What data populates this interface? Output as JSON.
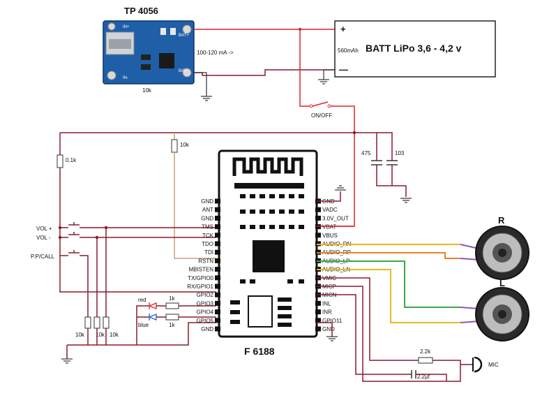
{
  "charger": {
    "title": "TP 4056",
    "current": "100-120 mA ->",
    "resistor": "10k",
    "pad_bat_plus": "BAT+",
    "pad_bat_minus": "BAT-",
    "pad_in_plus": "IN+",
    "pad_in_minus": "IN-"
  },
  "battery": {
    "label": "BATT LiPo 3,6 - 4,2 v",
    "capacity": "560mAh",
    "plus": "+",
    "minus": "—"
  },
  "switch_label": "ON/OFF",
  "caps": {
    "c1": "475",
    "c2": "103"
  },
  "resistors": {
    "r_top": "10k",
    "r_left": "0.1k",
    "r_b1": "10k",
    "r_b2": "10k",
    "r_b3": "10k",
    "r_led1": "1k",
    "r_led2": "1k",
    "r_mic": "2.2k"
  },
  "mic_cap": "2.2μf",
  "mic_label": "MIC",
  "leds": {
    "red": "red",
    "blue": "blue"
  },
  "buttons": {
    "vol_plus": "VOL +",
    "vol_minus": "VOL -",
    "pp_call": "P.P/CALL"
  },
  "module": {
    "name": "F 6188"
  },
  "pins_left": [
    "GND",
    "ANT",
    "GND",
    "TMS",
    "TCK",
    "TDO",
    "TDI",
    "RSTN",
    "MBISTEN",
    "TX/GPIO0",
    "RX/GPIO1",
    "GPIO2",
    "GPIO3",
    "GPIO4",
    "GPIO5",
    "GND"
  ],
  "pins_right": [
    "GND",
    "VADC",
    "3.0V_OUT",
    "VBAT",
    "VBUS",
    "AUDIO_RN",
    "AUDIO_RP",
    "AUDIO_LP",
    "AUDIO_LN",
    "VMIC",
    "MICP",
    "MICN",
    "INL",
    "INR",
    "GPIO11",
    "GND"
  ],
  "speakers": {
    "right": "R",
    "left": "L"
  },
  "colors": {
    "wire_main": "#8b1a2b",
    "wire_red": "#d9262b",
    "wire_tan": "#c8a07a",
    "wire_orange": "#e8832a",
    "wire_yellow": "#e8b820",
    "wire_green": "#3aa845",
    "wire_purple": "#8e55b8",
    "board_blue": "#1f5fa8"
  }
}
